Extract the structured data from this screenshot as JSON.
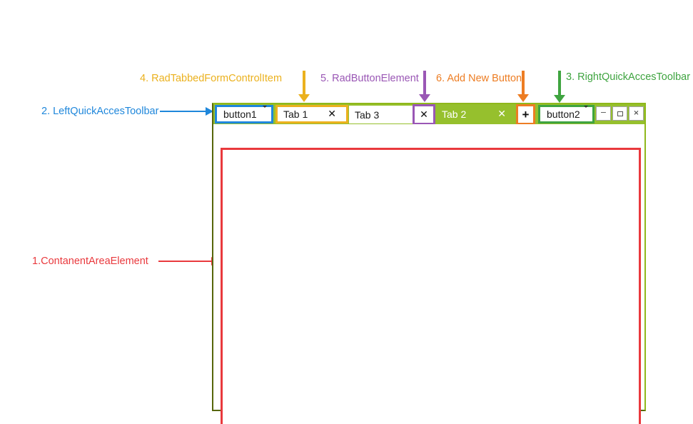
{
  "annotations": {
    "content_area": {
      "label": "1.ContanentAreaElement",
      "color": "#e9393d"
    },
    "left_toolbar": {
      "label": "2. LeftQuickAccesToolbar",
      "color": "#1f87db"
    },
    "right_toolbar": {
      "label": "3. RightQuickAccesToolbar",
      "color": "#3fa440"
    },
    "tab_item": {
      "label": "4. RadTabbedFormControlItem",
      "color": "#ebb11e"
    },
    "close_button": {
      "label": "5. RadButtonElement",
      "color": "#9a57b5"
    },
    "add_button": {
      "label": "6. Add New Button",
      "color": "#ed7d23"
    }
  },
  "window": {
    "left_toolbar_button": {
      "label": "button1",
      "icon": "dropdown-arrow-icon"
    },
    "right_toolbar_button": {
      "label": "button2",
      "icon": "dropdown-arrow-icon"
    },
    "tabs": [
      {
        "label": "Tab 1",
        "selected": false,
        "close_icon": "✕"
      },
      {
        "label": "Tab 3",
        "selected": false,
        "close_icon": "✕"
      },
      {
        "label": "Tab 2",
        "selected": true,
        "close_icon": "✕"
      }
    ],
    "add_new_button": {
      "glyph": "+"
    },
    "window_controls": [
      {
        "name": "minimize-icon",
        "glyph": "−"
      },
      {
        "name": "maximize-icon",
        "glyph": "□"
      },
      {
        "name": "close-icon",
        "glyph": "×"
      }
    ]
  },
  "colors": {
    "tabstrip_green": "#96c02d",
    "window_border_light": "#8fb81b",
    "window_border_dark": "#57660b",
    "annotation_red": "#e9393d",
    "annotation_blue": "#1f87db",
    "annotation_green": "#3fa440",
    "annotation_amber": "#ebb11e",
    "annotation_purple": "#9a57b5",
    "annotation_orange": "#ed7d23",
    "window_button_border": "#a3a3a3"
  }
}
